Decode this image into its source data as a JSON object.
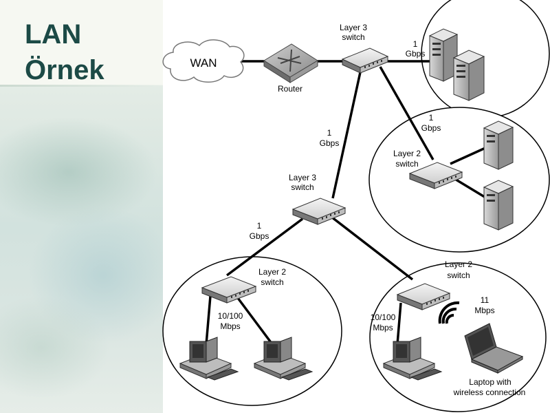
{
  "slide": {
    "title_line1": "LAN",
    "title_line2": "Örnek"
  },
  "diagram": {
    "wan": "WAN",
    "router": "Router",
    "core_switch": [
      "Layer 3",
      "switch"
    ],
    "speed_core_servers": [
      "1",
      "Gbps"
    ],
    "speed_core_l2": [
      "1",
      "Gbps"
    ],
    "speed_core_dist": [
      "1",
      "Gbps"
    ],
    "server_l2_switch": [
      "Layer 2",
      "switch"
    ],
    "dist_switch": [
      "Layer 3",
      "switch"
    ],
    "speed_dist_left": [
      "1",
      "Gbps"
    ],
    "left_l2_switch": [
      "Layer 2",
      "switch"
    ],
    "speed_left_desktops": [
      "10/100",
      "Mbps"
    ],
    "right_l2_switch": [
      "Layer 2",
      "switch"
    ],
    "speed_right_desktop": [
      "10/100",
      "Mbps"
    ],
    "speed_wireless": [
      "11",
      "Mbps"
    ],
    "laptop_label": [
      "Laptop with",
      "wireless connection"
    ]
  }
}
